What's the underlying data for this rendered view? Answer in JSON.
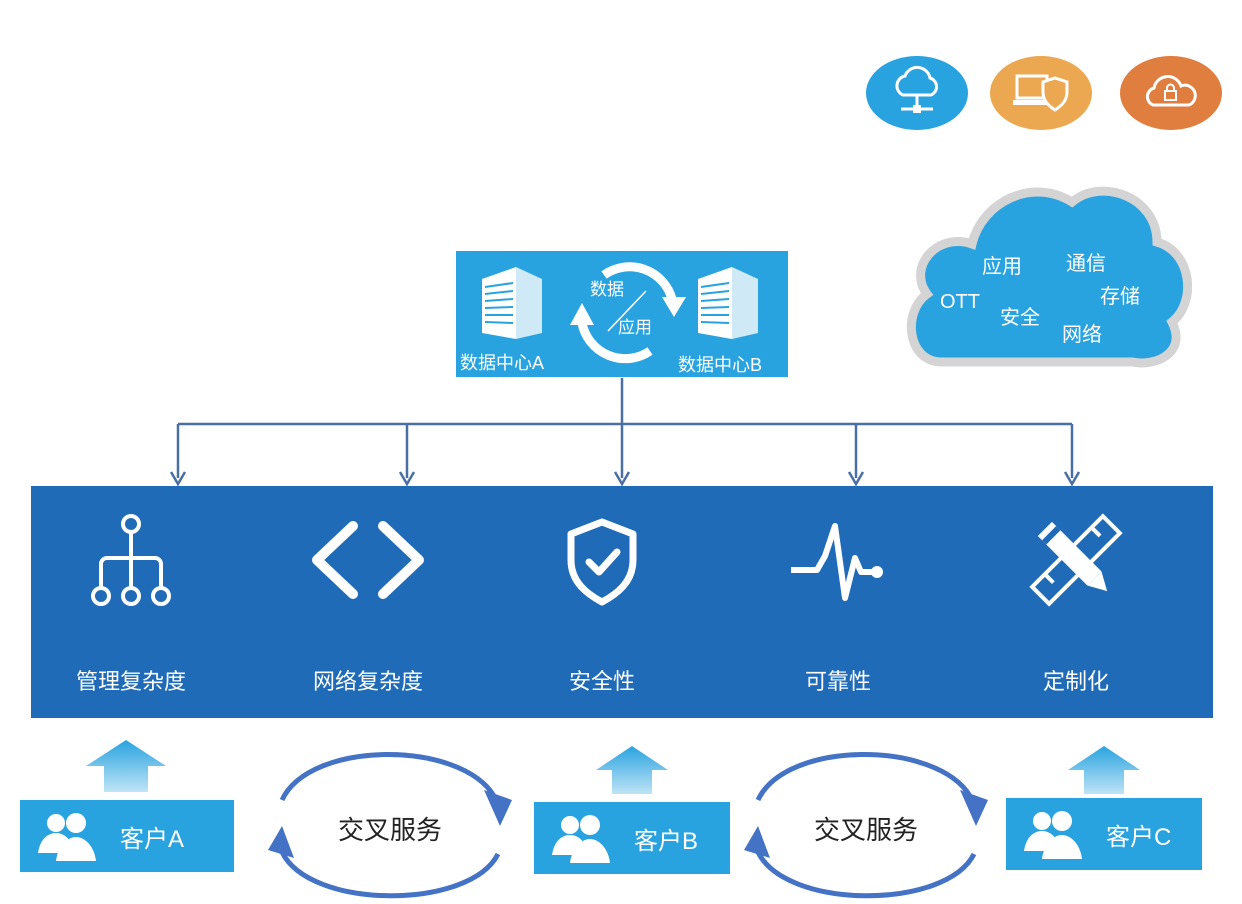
{
  "data_center": {
    "left_label": "数据中心A",
    "right_label": "数据中心B",
    "sync_top": "数据",
    "sync_bottom": "应用"
  },
  "cloud": {
    "items": [
      "应用",
      "通信",
      "OTT",
      "安全",
      "存储",
      "网络"
    ]
  },
  "top_icons": [
    {
      "name": "cloud-network-icon",
      "color": "#29a3df"
    },
    {
      "name": "laptop-shield-icon",
      "color": "#eca851"
    },
    {
      "name": "cloud-lock-icon",
      "color": "#e07e3f"
    }
  ],
  "features": [
    {
      "label": "管理复杂度",
      "icon": "hierarchy-icon"
    },
    {
      "label": "网络复杂度",
      "icon": "code-brackets-icon"
    },
    {
      "label": "安全性",
      "icon": "shield-check-icon"
    },
    {
      "label": "可靠性",
      "icon": "heartbeat-icon"
    },
    {
      "label": "定制化",
      "icon": "pencil-ruler-icon"
    }
  ],
  "clients": [
    {
      "label": "客户A"
    },
    {
      "label": "客户B"
    },
    {
      "label": "客户C"
    }
  ],
  "cross_service": [
    "交叉服务",
    "交叉服务"
  ],
  "colors": {
    "accent_blue": "#29a3df",
    "bar_blue": "#1f6bb7",
    "connector": "#4a6fa5"
  }
}
